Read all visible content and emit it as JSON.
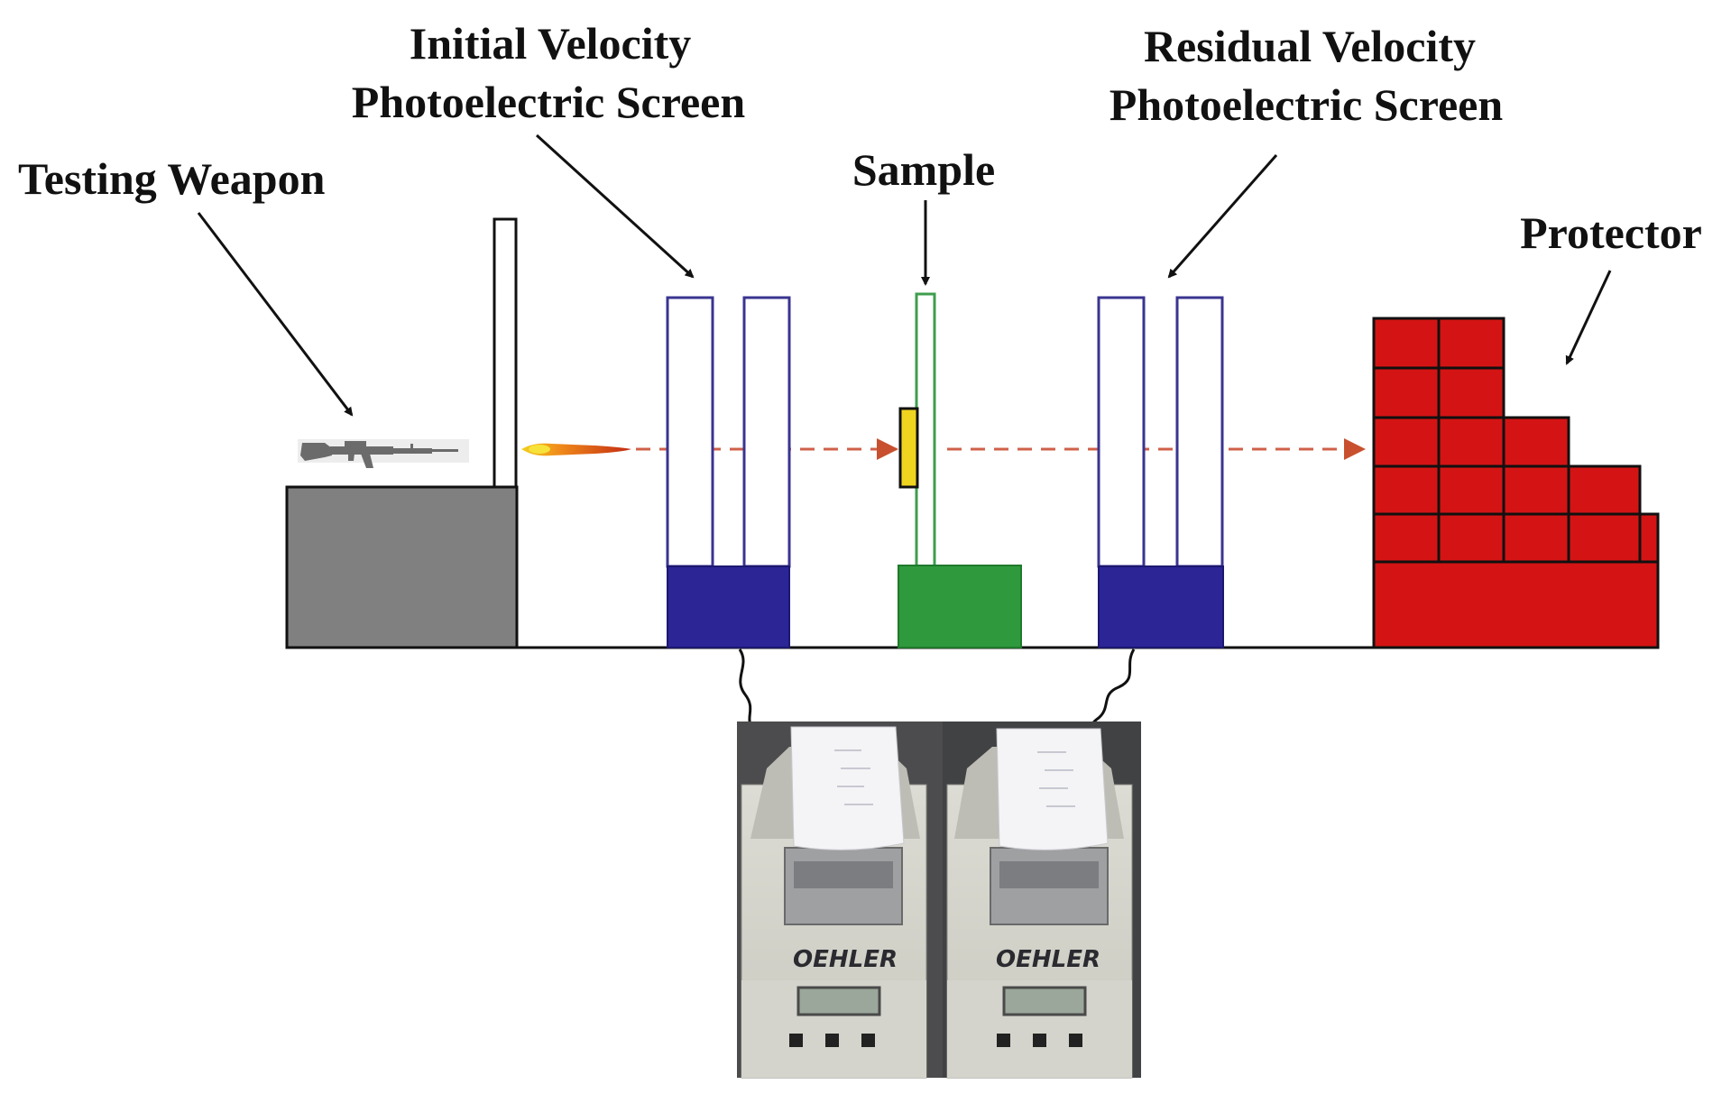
{
  "labels": {
    "testing_weapon": "Testing Weapon",
    "initial_velocity_line1": "Initial Velocity",
    "initial_velocity_line2": "Photoelectric Screen",
    "sample": "Sample",
    "residual_velocity_line1": "Residual Velocity",
    "residual_velocity_line2": "Photoelectric Screen",
    "protector": "Protector"
  },
  "printer_brand": "OEHLER",
  "icons": {
    "weapon": "rifle-icon",
    "projectile": "bullet-icon"
  },
  "colors": {
    "weapon_stand": "#808080",
    "screen_base": "#2b2596",
    "screen_frame": "#3a3490",
    "sample_base": "#2e9a3d",
    "sample_frame": "#3e9e4e",
    "sample_plate": "#f0d520",
    "protector": "#d41414",
    "trajectory": "#d0604a"
  }
}
